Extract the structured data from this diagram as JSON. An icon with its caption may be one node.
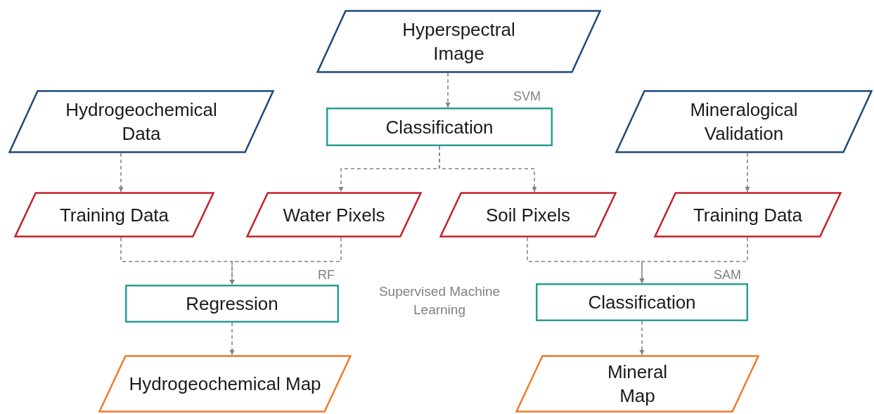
{
  "diagram": {
    "nodes": [
      {
        "text": [
          "Hyperspectral Image"
        ]
      },
      {
        "text": [
          "Classification"
        ],
        "beside": [
          "SVM"
        ]
      },
      {
        "text": [
          "Hydrogeochemical Data"
        ]
      },
      {
        "text": [
          "Mineralogical Validation"
        ]
      },
      {
        "text": [
          "Training Data"
        ]
      },
      {
        "text": [
          "Water Pixels"
        ]
      },
      {
        "text": [
          "Soil Pixels"
        ]
      },
      {
        "text": [
          "Training Data"
        ]
      },
      {
        "text": [
          "Regression"
        ],
        "beside": [
          "RF"
        ]
      },
      {
        "text": [
          "Classification"
        ],
        "beside": [
          "SAM"
        ]
      },
      {
        "text": [
          "Hydrogeochemical Map"
        ]
      },
      {
        "text": [
          "Mineral Map"
        ]
      }
    ],
    "edges": [
      {
        "from": 0,
        "to": 1,
        "arrow": "to",
        "style": "dashed"
      },
      {
        "from": 1,
        "to": 5,
        "arrow": "to",
        "style": "dashed"
      },
      {
        "from": 1,
        "to": 6,
        "arrow": "to",
        "style": "dashed"
      },
      {
        "from": 2,
        "to": 4,
        "arrow": "to",
        "style": "dashed"
      },
      {
        "from": 3,
        "to": 7,
        "arrow": "to",
        "style": "dashed"
      },
      {
        "from": 4,
        "to": 8,
        "arrow": "to",
        "style": "dashed"
      },
      {
        "from": 5,
        "to": 8,
        "arrow": "to",
        "style": "dashed"
      },
      {
        "from": 6,
        "to": 9,
        "arrow": "to",
        "style": "dashed"
      },
      {
        "from": 7,
        "to": 9,
        "arrow": "to",
        "style": "dashed"
      },
      {
        "from": 8,
        "to": 10,
        "arrow": "to",
        "style": "dashed"
      },
      {
        "from": 9,
        "to": 11,
        "arrow": "to",
        "style": "dashed"
      }
    ],
    "labels": [
      "Supervised Machine Learning"
    ]
  }
}
